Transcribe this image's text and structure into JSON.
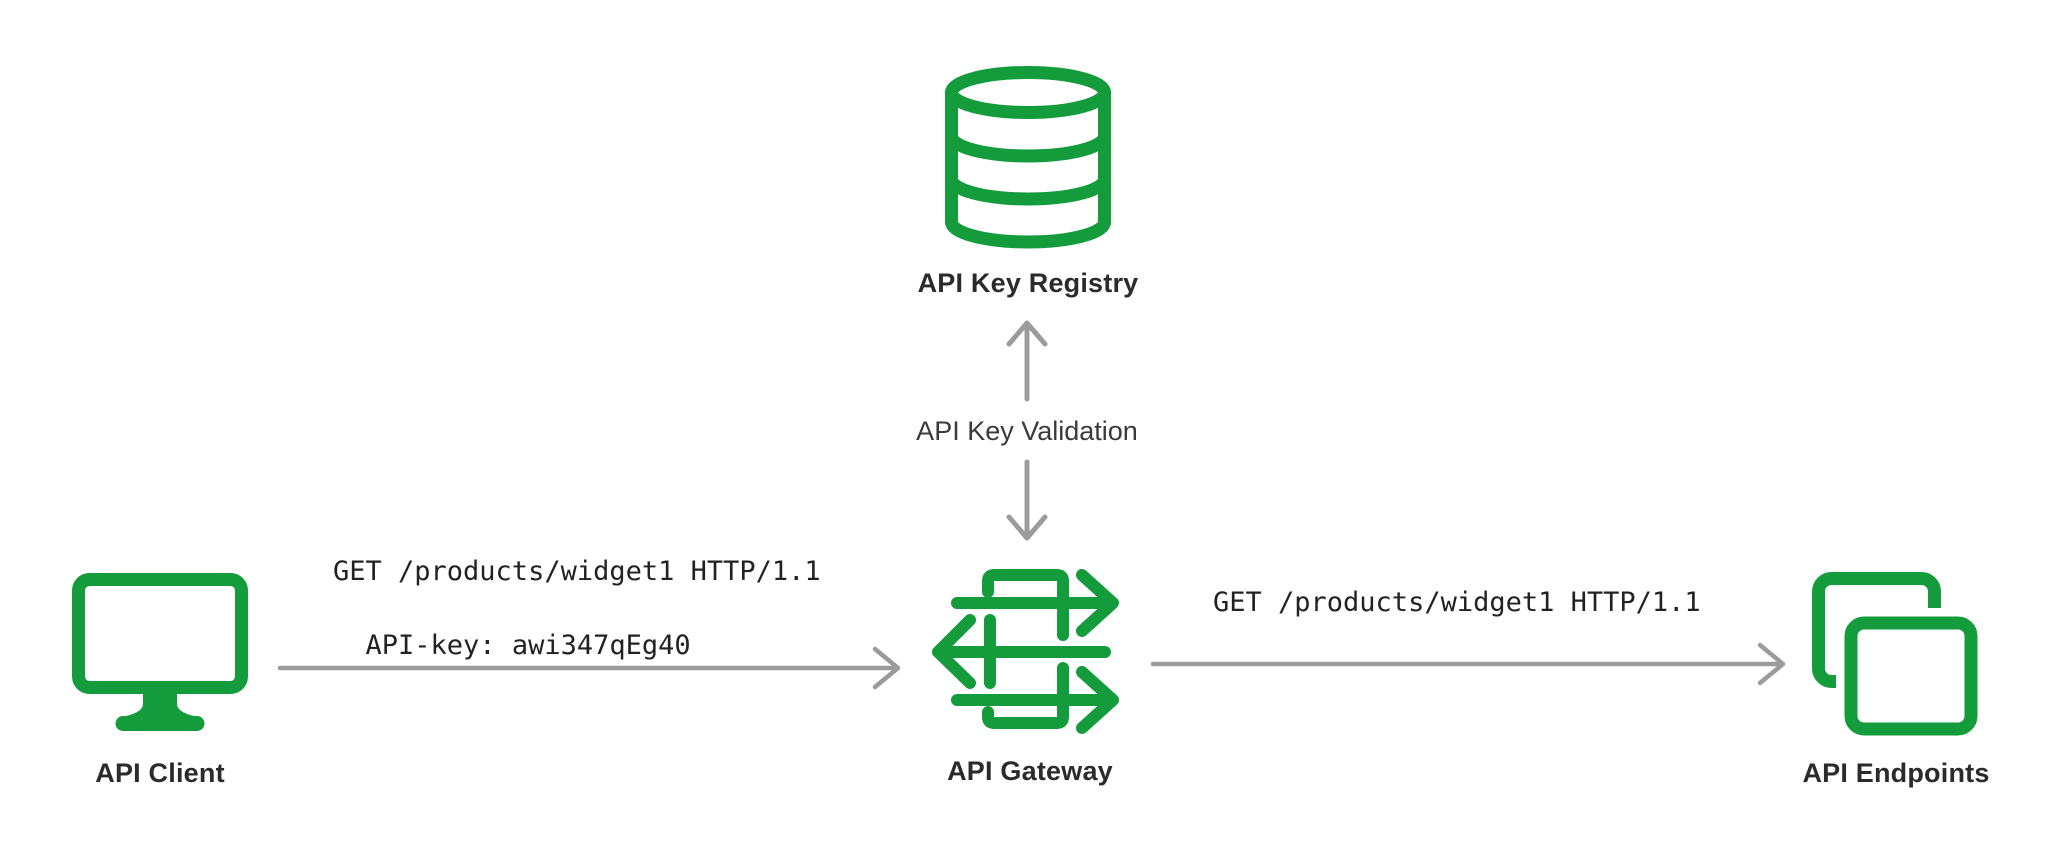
{
  "title": "API key validation flow diagram",
  "colors": {
    "icon_green": "#149B3C",
    "arrow_gray": "#9B9B9B",
    "node_label_dark": "#2B2B2B",
    "mono_text": "#222222",
    "background": "#FFFFFF"
  },
  "nodes": {
    "client": {
      "label": "API Client",
      "icon": "monitor-icon"
    },
    "gateway": {
      "label": "API Gateway",
      "icon": "gateway-arrows-icon"
    },
    "registry": {
      "label": "API Key Registry",
      "icon": "database-icon"
    },
    "endpoints": {
      "label": "API Endpoints",
      "icon": "overlapping-squares-icon"
    }
  },
  "edges": {
    "client_to_gateway": {
      "direction": "right",
      "label_line1": "GET /products/widget1 HTTP/1.1",
      "label_line2": "API-key: awi347qEg40"
    },
    "gateway_to_endpoints": {
      "direction": "right",
      "label": "GET /products/widget1 HTTP/1.1"
    },
    "gateway_to_registry": {
      "direction": "both",
      "label": "API Key Validation"
    }
  }
}
